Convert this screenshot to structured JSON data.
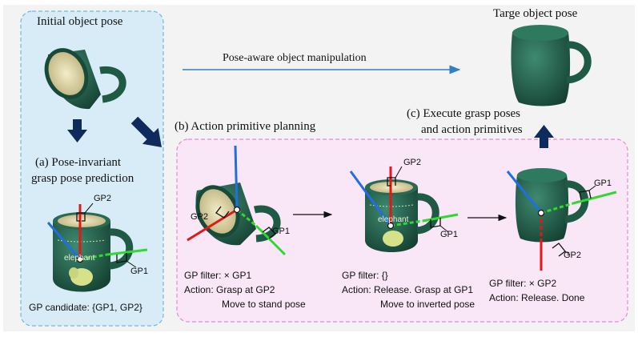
{
  "title_initial": "Initial object pose",
  "title_target": "Targe object pose",
  "top_arrow_label": "Pose-aware object manipulation",
  "panel_a": {
    "label_line1": "(a) Pose-invariant",
    "label_line2": "grasp pose prediction",
    "candidate": "GP candidate: {GP1, GP2}",
    "gp1": "GP1",
    "gp2": "GP2",
    "mug_text": "elephant"
  },
  "panel_b": {
    "label": "(b) Action primitive planning",
    "steps": [
      {
        "gp1": "GP1",
        "gp2": "GP2",
        "filter": "GP filter: × GP1",
        "action1": "Action: Grasp at GP2",
        "action2": "Move to stand pose",
        "mug_text": ""
      },
      {
        "gp1": "GP1",
        "gp2": "GP2",
        "filter": "GP filter: {}",
        "action1": "Action: Release. Grasp at GP1",
        "action2": "Move to inverted pose",
        "mug_text": "elephant"
      },
      {
        "gp1": "GP1",
        "gp2": "GP2",
        "filter": "GP filter: × GP2",
        "action1": "Action: Release. Done",
        "action2": "",
        "mug_text": ""
      }
    ]
  },
  "panel_c": {
    "label_line1": "(c) Execute grasp poses",
    "label_line2": "and action primitives"
  },
  "colors": {
    "panel_a_fill": "#d8ecf7",
    "panel_a_border": "#6fb8e0",
    "panel_b_fill": "#f9e6f6",
    "panel_b_border": "#e58ad6",
    "navy_arrow": "#0f2a5c",
    "top_arrow": "#2f7fc9",
    "mug_green": "#1f5a45",
    "axis_red": "#e01818",
    "axis_blue": "#1f6fe0",
    "axis_green": "#30d830"
  }
}
